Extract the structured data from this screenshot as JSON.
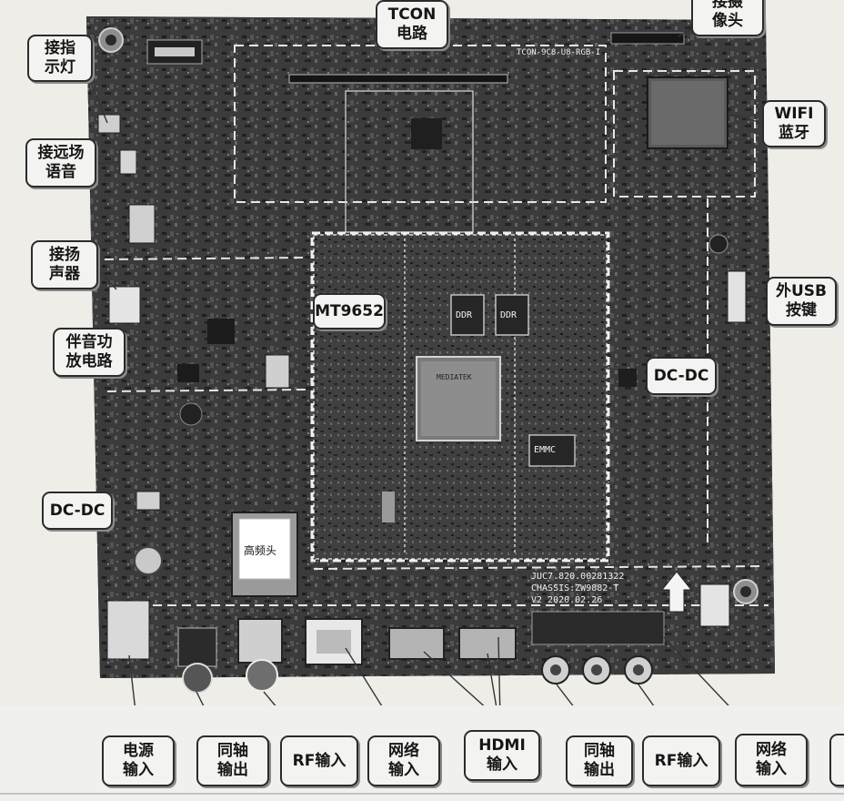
{
  "labels": {
    "indicator": [
      "接指",
      "示灯"
    ],
    "far_voice": [
      "接远场",
      "语音"
    ],
    "speaker": [
      "接扬",
      "声器"
    ],
    "amp": [
      "伴音功",
      "放电路"
    ],
    "dcdc_left": "DC-DC",
    "tcon": [
      "TCON",
      "电路"
    ],
    "camera": [
      "接摄",
      "像头"
    ],
    "wifi": [
      "WIFI",
      "蓝牙"
    ],
    "ext_usb": [
      "外USB",
      "按键"
    ],
    "mt": "MT9652",
    "dcdc_right": "DC-DC",
    "power_in": [
      "电源",
      "输入"
    ],
    "coax_out_1": [
      "同轴",
      "输出"
    ],
    "rf_in_1": "RF输入",
    "net_in_1": [
      "网络",
      "输入"
    ],
    "hdmi_in": [
      "HDMI",
      "输入"
    ],
    "coax_out_2": [
      "同轴",
      "输出"
    ],
    "rf_in_2": "RF输入",
    "net_in_2": [
      "网络",
      "输入"
    ]
  },
  "board": {
    "tuner_text": "高频头",
    "tcon_silk": "TCON-9C8-U8-RGB-I",
    "ddr_a": "DDR",
    "ddr_b": "DDR",
    "emmc": "EMMC",
    "soc_brand": "MEDIATEK",
    "silk_1": "JUC7.820.00281322",
    "silk_2": "CHASSIS:ZW9882-T",
    "silk_3": "V2  2020.02.26"
  },
  "colors": {
    "pcb": "#3a3a3a",
    "label_bg": "#f3f3f1",
    "dash": "#e6e6e6"
  }
}
